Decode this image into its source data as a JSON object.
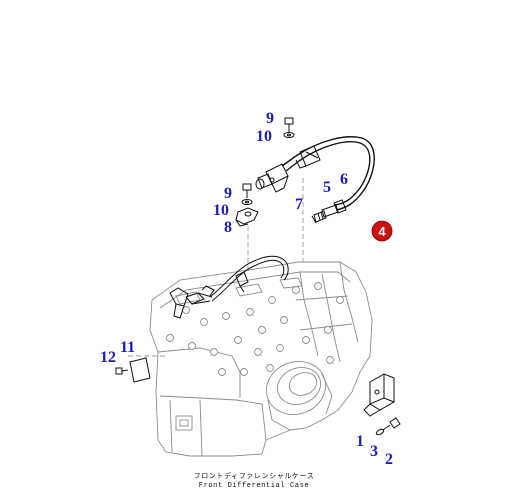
{
  "callouts": {
    "c1": "1",
    "c2": "2",
    "c3": "3",
    "c4": "4",
    "c5": "5",
    "c6": "6",
    "c7": "7",
    "c8": "8",
    "c9a": "9",
    "c9b": "9",
    "c10a": "10",
    "c10b": "10",
    "c11": "11",
    "c12": "12"
  },
  "caption": {
    "jp": "フロントディファレンシャルケース",
    "en": "Front Differential Case"
  },
  "colors": {
    "callout": "#1a1ab8",
    "highlight_badge": "#cc1111"
  }
}
